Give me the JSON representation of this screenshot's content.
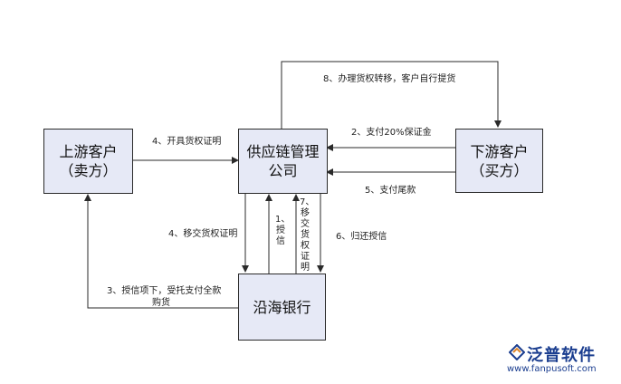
{
  "nodes": {
    "upstream": {
      "line1": "上游客户",
      "line2": "（卖方）"
    },
    "scm": {
      "line1": "供应链管理",
      "line2": "公司"
    },
    "downstream": {
      "line1": "下游客户",
      "line2": "（买方）"
    },
    "bank": {
      "line1": "沿海银行"
    }
  },
  "edges": {
    "e1": "1、授信",
    "e2": "2、支付20%保证金",
    "e3_line1": "3、授信项下，受托支付全款",
    "e3_line2": "购货",
    "e4a": "4、开具货权证明",
    "e4b": "4、移交货权证明",
    "e5": "5、支付尾款",
    "e6": "6、归还授信",
    "e7": "7、移交货权证明",
    "e8": "8、办理货权转移，客户自行提货"
  },
  "logo": {
    "name": "泛普软件",
    "url": "www.fanpusoft.com"
  },
  "colors": {
    "box_fill": "#e6e9f6",
    "line": "#2a2a2a",
    "logo": "#1a3d8f"
  }
}
